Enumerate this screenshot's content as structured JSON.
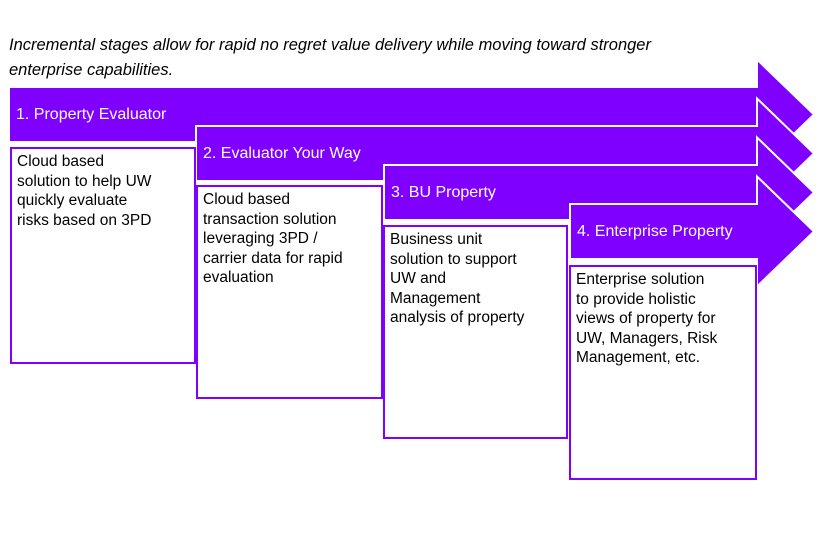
{
  "intro": {
    "text": "Incremental stages allow for rapid no regret value delivery while moving toward stronger\nenterprise capabilities."
  },
  "colors": {
    "stage_fill": "#7F00FF",
    "stage_outline": "#ffffff",
    "banner_text": "#ffffff",
    "body_text": "#000000",
    "box_border": "#7F00FF",
    "background": "#ffffff"
  },
  "stages": [
    {
      "label": "1. Property Evaluator",
      "description": "Cloud based\nsolution to help UW\nquickly evaluate\nrisks based on 3PD"
    },
    {
      "label": "2. Evaluator Your Way",
      "description": "Cloud based\ntransaction solution\nleveraging 3PD /\ncarrier data for rapid\nevaluation"
    },
    {
      "label": "3. BU Property",
      "description": "Business unit\nsolution to support\nUW and\nManagement\nanalysis of property"
    },
    {
      "label": "4. Enterprise Property",
      "description": "Enterprise solution\nto provide holistic\nviews of property for\nUW, Managers, Risk\nManagement, etc."
    }
  ]
}
